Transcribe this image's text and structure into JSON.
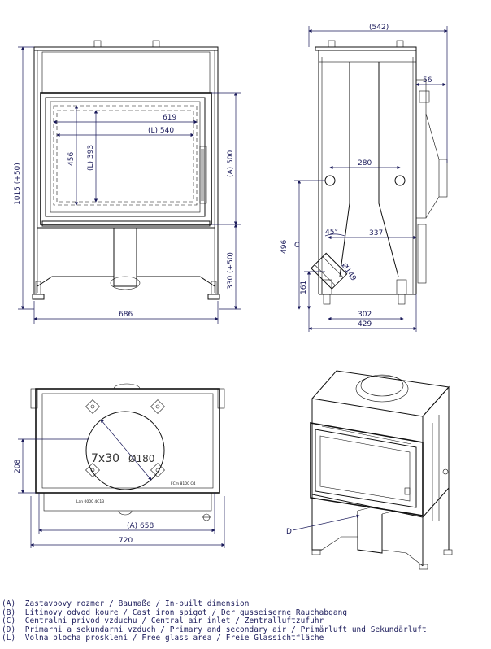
{
  "front_view": {
    "dims": {
      "overall_height": "1015 (+50)",
      "width_619": "619",
      "width_L540": "(L) 540",
      "height_456": "456",
      "height_L393": "(L) 393",
      "height_A500": "(A) 500",
      "height_330": "330 (+50)",
      "overall_width": "686"
    }
  },
  "side_view": {
    "dims": {
      "depth_542": "(542)",
      "spigot_56": "56",
      "inlet_280": "280",
      "depth_337": "337",
      "angle_45": "45°",
      "height_496": "496",
      "label_C": "C",
      "diameter_149": "Ø149",
      "height_161": "161",
      "depth_302": "302",
      "depth_429": "429"
    }
  },
  "top_view": {
    "dims": {
      "depth_208": "208",
      "bolt_pattern": "7x30",
      "diameter_180": "Ø180",
      "width_A658": "(A) 658",
      "width_720": "720"
    },
    "plate_text_1": "FCm 8100 C4",
    "plate_text_2": "Lan 0000 4C13"
  },
  "iso_view": {
    "label_D": "D"
  },
  "legend": [
    "(A)  Zastavbovy rozmer / Baumaße / In-built dimension",
    "(B)  Litinovy odvod koure / Cast iron spigot / Der gusseiserne Rauchabgang",
    "(C)  Centralni privod vzduchu / Central air inlet / Zentralluftzufuhr",
    "(D)  Primarni a sekundarni vzduch / Primary and secondary air / Primärluft und Sekundärluft",
    "(L)  Volna plocha prosklení / Free glass area / Freie Glassichtfläche"
  ]
}
